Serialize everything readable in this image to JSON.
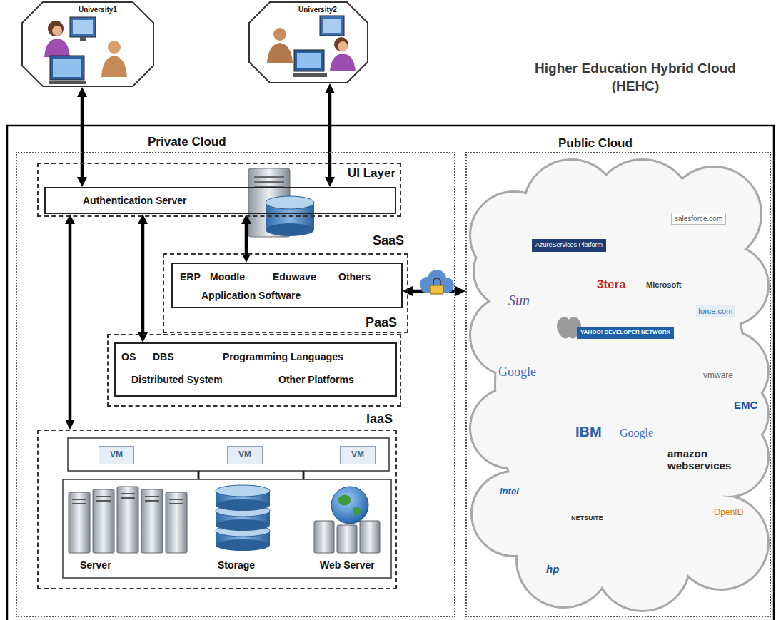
{
  "diagram": {
    "title": "Higher Education Hybrid Cloud (HEHC)",
    "nodes": [
      {
        "text": [
          "University1"
        ]
      },
      {
        "text": [
          "University2"
        ]
      },
      {
        "text": [
          "Private Cloud"
        ]
      },
      {
        "text": [
          "UI Layer"
        ],
        "in": 2
      },
      {
        "text": [
          "Authentication Server"
        ],
        "in": 3
      },
      {
        "text": [
          "SaaS"
        ],
        "in": 2
      },
      {
        "text": [
          "ERP",
          "Moodle",
          "Eduwave",
          "Others",
          "Application Software"
        ],
        "in": 5
      },
      {
        "text": [
          "PaaS"
        ],
        "in": 2
      },
      {
        "text": [
          "OS",
          "DBS",
          "Programming Languages",
          "Distributed System",
          "Other Platforms"
        ],
        "in": 7
      },
      {
        "text": [
          "IaaS"
        ],
        "in": 2
      },
      {
        "text": [
          "VM"
        ],
        "in": 9
      },
      {
        "text": [
          "VM"
        ],
        "in": 9
      },
      {
        "text": [
          "VM"
        ],
        "in": 9
      },
      {
        "text": [
          "Public Cloud"
        ]
      }
    ],
    "edges": [
      {
        "from": 0,
        "to": 4,
        "arrow": "both"
      },
      {
        "from": 1,
        "to": 4,
        "arrow": "both"
      },
      {
        "from": 4,
        "to": 6,
        "arrow": "both"
      },
      {
        "from": 4,
        "to": 8,
        "arrow": "both"
      },
      {
        "from": 4,
        "to": 9,
        "arrow": "both"
      },
      {
        "from": 6,
        "to": 13,
        "arrow": "both"
      }
    ],
    "labels": [
      "Server",
      "Storage",
      "Web Server",
      "AzureServices Platform",
      "salesforce.com",
      "3tera",
      "Microsoft",
      "force.com",
      "Sun",
      "YAHOO! DEVELOPER NETWORK",
      "Google",
      "vmware",
      "IBM",
      "Google",
      "EMC",
      "amazon webservices",
      "intel",
      "NETSUITE",
      "OpenID",
      "hp"
    ]
  }
}
